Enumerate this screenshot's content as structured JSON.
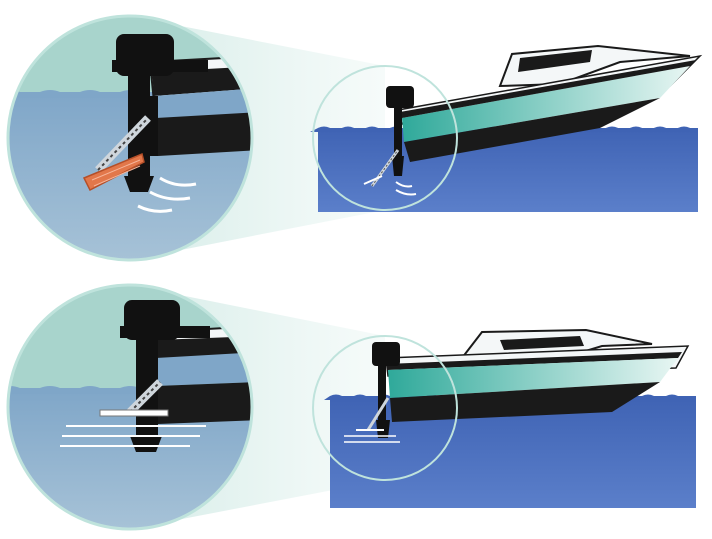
{
  "colors": {
    "background": "#ffffff",
    "sky_circle": "#a8d4cc",
    "water_light": "#7fa6c8",
    "water_deep": "#3f63b4",
    "hull_dark": "#1a1a1a",
    "hull_stripe_start": "#2fa99a",
    "hull_stripe_end": "#e8f6f3",
    "cabin_white": "#f4f7f8",
    "motor_black": "#111111",
    "spring": "#cfd6dc",
    "hydrofoil_orange": "#e2774a",
    "wake_white": "#ffffff",
    "magnifier_ring": "#bfe3dc"
  },
  "icons": {
    "boat_top": "speedboat-bow-up-icon",
    "boat_bottom": "speedboat-level-icon",
    "magnifier_top": "magnifier-circle-icon",
    "magnifier_bottom": "magnifier-circle-icon"
  },
  "scenes": [
    {
      "id": "top",
      "hydrofoil_extended": true,
      "boat_attitude": "bow-up"
    },
    {
      "id": "bottom",
      "hydrofoil_extended": false,
      "boat_attitude": "level"
    }
  ]
}
